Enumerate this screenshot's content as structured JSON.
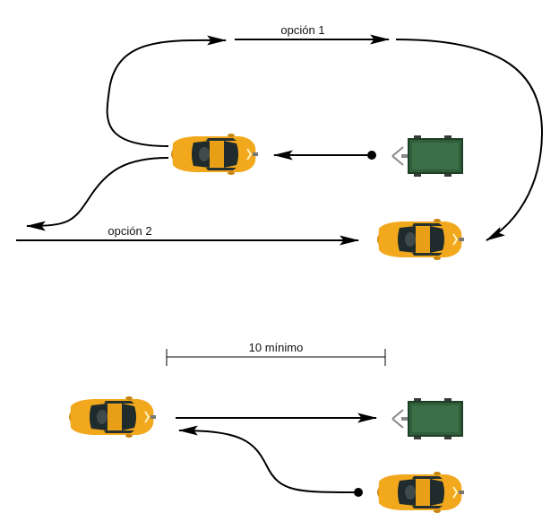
{
  "labels": {
    "option1": "opción 1",
    "option2": "opción 2",
    "distance": "10 mínimo"
  },
  "colors": {
    "car_body": "#f2a81d",
    "car_body_dark": "#c98512",
    "car_glass": "#1f2b2c",
    "trailer": "#2f5f3a",
    "trailer_dark": "#1d3f25",
    "line": "#000000"
  }
}
